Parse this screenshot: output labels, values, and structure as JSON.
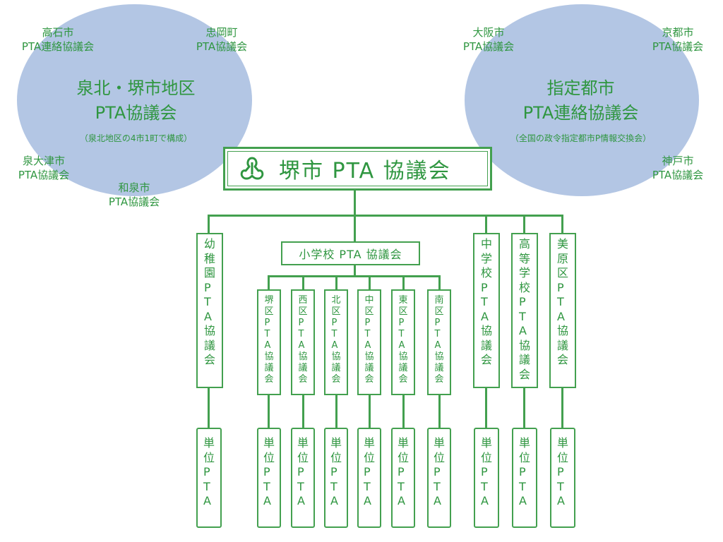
{
  "left_region": {
    "title": "泉北・堺市地区",
    "subtitle": "PTA協議会",
    "note": "（泉北地区の4市1町で構成）",
    "members": [
      {
        "name": "高石市",
        "council": "PTA連絡協議会"
      },
      {
        "name": "忠岡町",
        "council": "PTA協議会"
      },
      {
        "name": "泉大津市",
        "council": "PTA協議会"
      },
      {
        "name": "和泉市",
        "council": "PTA協議会"
      }
    ]
  },
  "right_region": {
    "title": "指定都市",
    "subtitle": "PTA連絡協議会",
    "note": "（全国の政令指定都市P情報交換会）",
    "members": [
      {
        "name": "大阪市",
        "council": "PTA協議会"
      },
      {
        "name": "京都市",
        "council": "PTA協議会"
      },
      {
        "name": "神戸市",
        "council": "PTA協議会"
      }
    ]
  },
  "root": {
    "title": "堺市 PTA 協議会",
    "icon": "sakai-city-emblem-icon"
  },
  "elementary": {
    "title": "小学校 PTA 協議会",
    "districts": [
      {
        "name": "堺区",
        "council": "PTA協議会"
      },
      {
        "name": "西区",
        "council": "PTA協議会"
      },
      {
        "name": "北区",
        "council": "PTA協議会"
      },
      {
        "name": "中区",
        "council": "PTA協議会"
      },
      {
        "name": "東区",
        "council": "PTA協議会"
      },
      {
        "name": "南区",
        "council": "PTA協議会"
      }
    ]
  },
  "branches": [
    {
      "name": "幼稚園",
      "council": "PTA協議会"
    },
    {
      "name": "中学校",
      "council": "PTA協議会"
    },
    {
      "name": "高等学校",
      "council": "PTA協議会"
    },
    {
      "name": "美原区",
      "council": "PTA協議会"
    }
  ],
  "unit_label": "単位PTA",
  "colors": {
    "text": "#2f9640",
    "line": "#43a04f",
    "ellipse": "#b3c6e4"
  }
}
